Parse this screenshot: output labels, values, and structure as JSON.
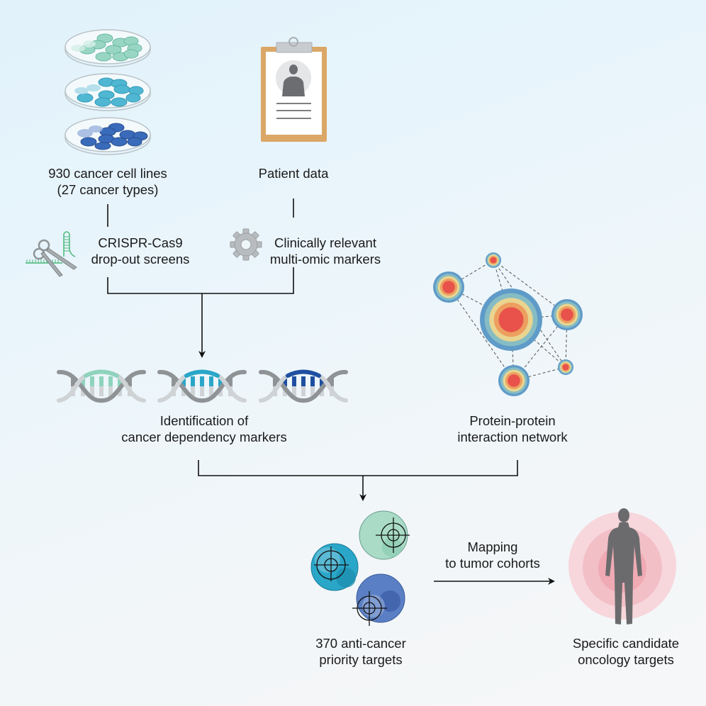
{
  "diagram": {
    "nodes": {
      "cell_lines": {
        "line1": "930 cancer cell lines",
        "line2": "(27 cancer types)",
        "icon": "petri-dish-icon"
      },
      "patient_data": {
        "line1": "Patient data",
        "icon": "clipboard-patient-icon"
      },
      "crispr": {
        "line1": "CRISPR-Cas9",
        "line2": "drop-out screens",
        "icon": "scissors-sgrna-icon"
      },
      "clinical": {
        "line1": "Clinically relevant",
        "line2": "multi-omic markers",
        "icon": "gear-icon"
      },
      "dependency": {
        "line1": "Identification of",
        "line2": "cancer dependency markers",
        "icon": "dna-helix-icon"
      },
      "ppi": {
        "line1": "Protein-protein",
        "line2": "interaction network",
        "icon": "network-icon"
      },
      "priority": {
        "line1": "370 anti-cancer",
        "line2": "priority targets",
        "icon": "target-cell-icon"
      },
      "oncology": {
        "line1": "Specific candidate",
        "line2": "oncology targets",
        "icon": "human-figure-icon"
      }
    },
    "edges": [
      {
        "from": "cell_lines",
        "to": "crispr"
      },
      {
        "from": "patient_data",
        "to": "clinical"
      },
      {
        "from": [
          "crispr",
          "clinical"
        ],
        "to": "dependency"
      },
      {
        "from": [
          "dependency",
          "ppi"
        ],
        "to": "priority"
      },
      {
        "from": "priority",
        "to": "oncology",
        "label_line1": "Mapping",
        "label_line2": "to tumor cohorts"
      }
    ],
    "colors": {
      "teal_light": "#8fd3bd",
      "teal": "#2aa6c8",
      "blue_dark": "#1f4fa0",
      "network_red": "#e8524a",
      "network_blue": "#5f9bc8",
      "target_glow": "#f2b8c0",
      "clipboard": "#dba766",
      "arrow": "#111111"
    }
  }
}
